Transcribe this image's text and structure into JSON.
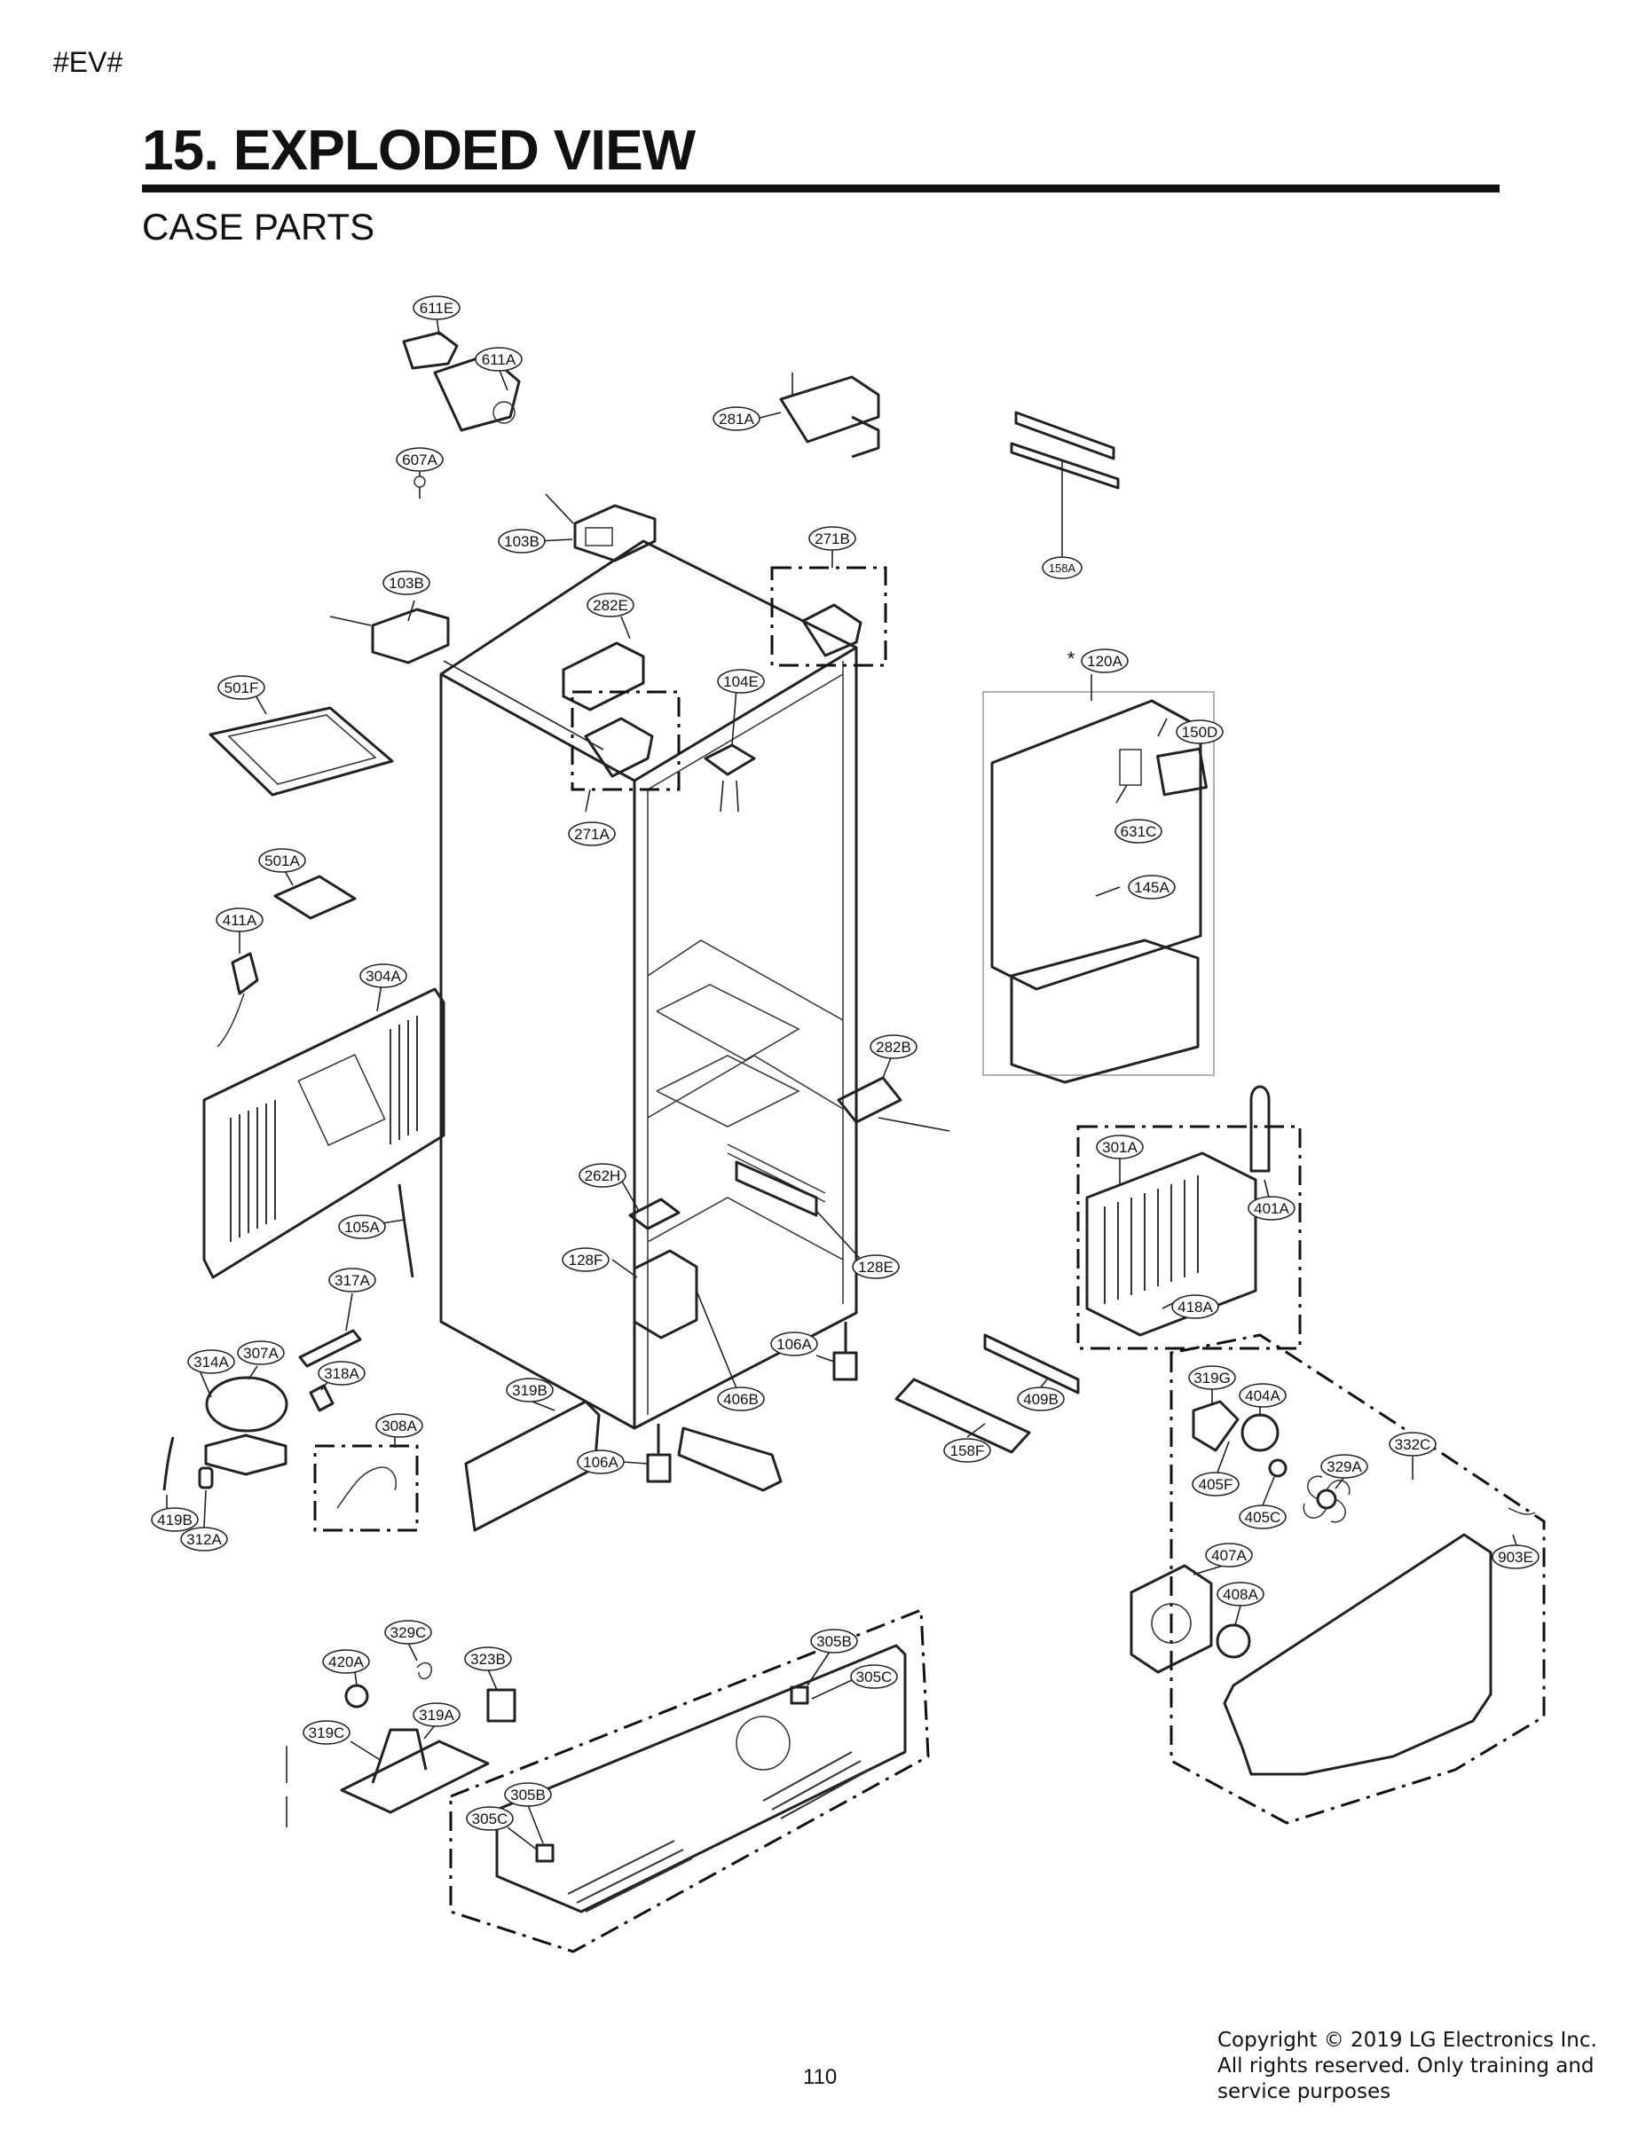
{
  "header": {
    "marker": "#EV#",
    "title": "15. EXPLODED VIEW",
    "subtitle": "CASE PARTS"
  },
  "parts": [
    {
      "id": "611E"
    },
    {
      "id": "611A"
    },
    {
      "id": "607A"
    },
    {
      "id": "281A"
    },
    {
      "id": "158A"
    },
    {
      "id": "103B"
    },
    {
      "id": "103B"
    },
    {
      "id": "271B"
    },
    {
      "id": "282E"
    },
    {
      "id": "104E"
    },
    {
      "id": "501F"
    },
    {
      "id": "271A"
    },
    {
      "id": "120A",
      "asterisk": "*"
    },
    {
      "id": "150D"
    },
    {
      "id": "631C"
    },
    {
      "id": "145A"
    },
    {
      "id": "501A"
    },
    {
      "id": "411A"
    },
    {
      "id": "304A"
    },
    {
      "id": "282B"
    },
    {
      "id": "301A"
    },
    {
      "id": "401A"
    },
    {
      "id": "262H"
    },
    {
      "id": "105A"
    },
    {
      "id": "128F"
    },
    {
      "id": "128E"
    },
    {
      "id": "418A"
    },
    {
      "id": "317A"
    },
    {
      "id": "106A"
    },
    {
      "id": "314A"
    },
    {
      "id": "307A"
    },
    {
      "id": "318A"
    },
    {
      "id": "406B"
    },
    {
      "id": "319B"
    },
    {
      "id": "409B"
    },
    {
      "id": "319G"
    },
    {
      "id": "404A"
    },
    {
      "id": "332C"
    },
    {
      "id": "158F"
    },
    {
      "id": "308A"
    },
    {
      "id": "106A"
    },
    {
      "id": "329A"
    },
    {
      "id": "405F"
    },
    {
      "id": "419B"
    },
    {
      "id": "405C"
    },
    {
      "id": "312A"
    },
    {
      "id": "407A"
    },
    {
      "id": "903E"
    },
    {
      "id": "408A"
    },
    {
      "id": "329C"
    },
    {
      "id": "323B"
    },
    {
      "id": "420A"
    },
    {
      "id": "305B"
    },
    {
      "id": "305C"
    },
    {
      "id": "319A"
    },
    {
      "id": "319C"
    },
    {
      "id": "305B"
    },
    {
      "id": "305C"
    }
  ],
  "footer": {
    "page_number": "110",
    "copyright": "Copyright © 2019 LG Electronics Inc. All rights reserved. Only training and service purposes"
  }
}
